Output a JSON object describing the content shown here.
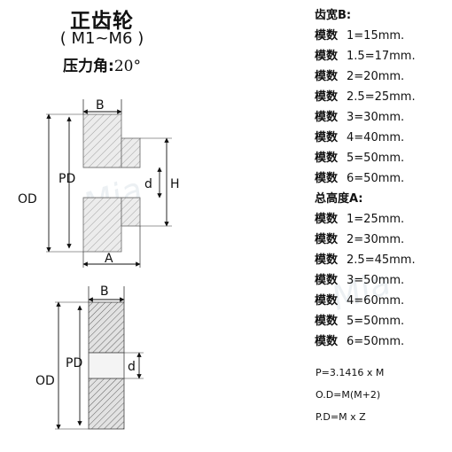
{
  "header": {
    "title": "正齿轮",
    "module_range": "( M1~M6 )",
    "pressure_label": "压力角:",
    "pressure_value": "20°"
  },
  "labels": {
    "top": {
      "B": "B",
      "PD": "PD",
      "OD": "OD",
      "d": "d",
      "H": "H",
      "A": "A"
    },
    "bottom": {
      "B": "B",
      "PD": "PD",
      "OD": "OD",
      "d": "d"
    }
  },
  "watermark": [
    "Mia",
    "Mia"
  ],
  "width_section": {
    "title": "齿宽B:",
    "rows": [
      {
        "key": "模数",
        "value": "1=15mm."
      },
      {
        "key": "模数",
        "value": "1.5=17mm."
      },
      {
        "key": "模数",
        "value": "2=20mm."
      },
      {
        "key": "模数",
        "value": "2.5=25mm."
      },
      {
        "key": "模数",
        "value": "3=30mm."
      },
      {
        "key": "模数",
        "value": "4=40mm."
      },
      {
        "key": "模数",
        "value": "5=50mm."
      },
      {
        "key": "模数",
        "value": "6=50mm."
      }
    ]
  },
  "height_section": {
    "title": "总高度A:",
    "rows": [
      {
        "key": "模数",
        "value": "1=25mm."
      },
      {
        "key": "模数",
        "value": "2=30mm."
      },
      {
        "key": "模数",
        "value": "2.5=45mm."
      },
      {
        "key": "模数",
        "value": "3=50mm."
      },
      {
        "key": "模数",
        "value": "4=60mm."
      },
      {
        "key": "模数",
        "value": "5=50mm."
      },
      {
        "key": "模数",
        "value": "6=50mm."
      }
    ]
  },
  "formulas": [
    "P=3.1416 x M",
    "O.D=M(M+2)",
    "P.D=M x Z"
  ]
}
